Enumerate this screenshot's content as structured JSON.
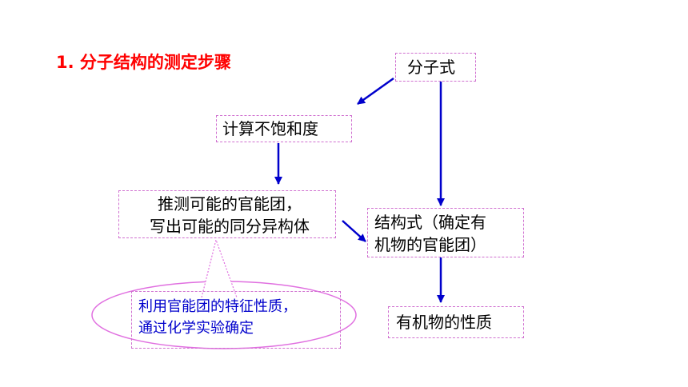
{
  "title": "1. 分子结构的测定步骤",
  "nodes": {
    "formula": "分子式",
    "unsaturation": "计算不饱和度",
    "infer": [
      "推测可能的官能团，",
      "写出可能的同分异构体"
    ],
    "structure": [
      "结构式（确定有",
      "机物的官能团）"
    ],
    "properties": "有机物的性质",
    "chemical": [
      "利用官能团的特征性质，",
      "通过化学实验确定"
    ]
  },
  "colors": {
    "title": "#ff0000",
    "arrow": "#0000cc",
    "dashed_border": "#d070d0",
    "callout_text": "#0000cc"
  }
}
